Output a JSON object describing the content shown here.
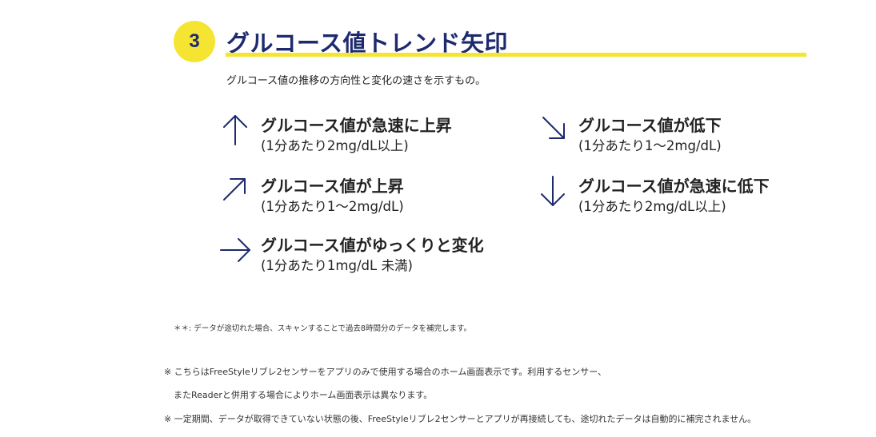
{
  "section": {
    "number": "3",
    "title": "グルコース値トレンド矢印",
    "subtitle": "グルコース値の推移の方向性と変化の速さを示すもの。"
  },
  "trends": [
    {
      "icon": "arrow-up-icon",
      "title": "グルコース値が急速に上昇",
      "rate": "(1分あたり2mg/dL以上)"
    },
    {
      "icon": "arrow-up-right-icon",
      "title": "グルコース値が上昇",
      "rate": "(1分あたり1〜2mg/dL)"
    },
    {
      "icon": "arrow-right-icon",
      "title": "グルコース値がゆっくりと変化",
      "rate": "(1分あたり1mg/dL 未満)"
    },
    {
      "icon": "arrow-down-right-icon",
      "title": "グルコース値が低下",
      "rate": "(1分あたり1〜2mg/dL)"
    },
    {
      "icon": "arrow-down-icon",
      "title": "グルコース値が急速に低下",
      "rate": "(1分あたり2mg/dL以上)"
    }
  ],
  "footnote": "＊＊: データが途切れた場合、スキャンすることで過去8時間分のデータを補完します。",
  "notes": [
    "※ こちらはFreeStyleリブレ2センサーをアプリのみで使用する場合のホーム画面表示です。利用するセンサー、",
    "またReaderと併用する場合によりホーム画面表示は異なります。",
    "※ 一定期間、データが取得できていない状態の後、FreeStyleリブレ2センサーとアプリが再接続しても、途切れたデータは自動的に補完されません。"
  ],
  "colors": {
    "accent_yellow": "#f5e532",
    "navy": "#1d2a6e",
    "text": "#222222"
  }
}
